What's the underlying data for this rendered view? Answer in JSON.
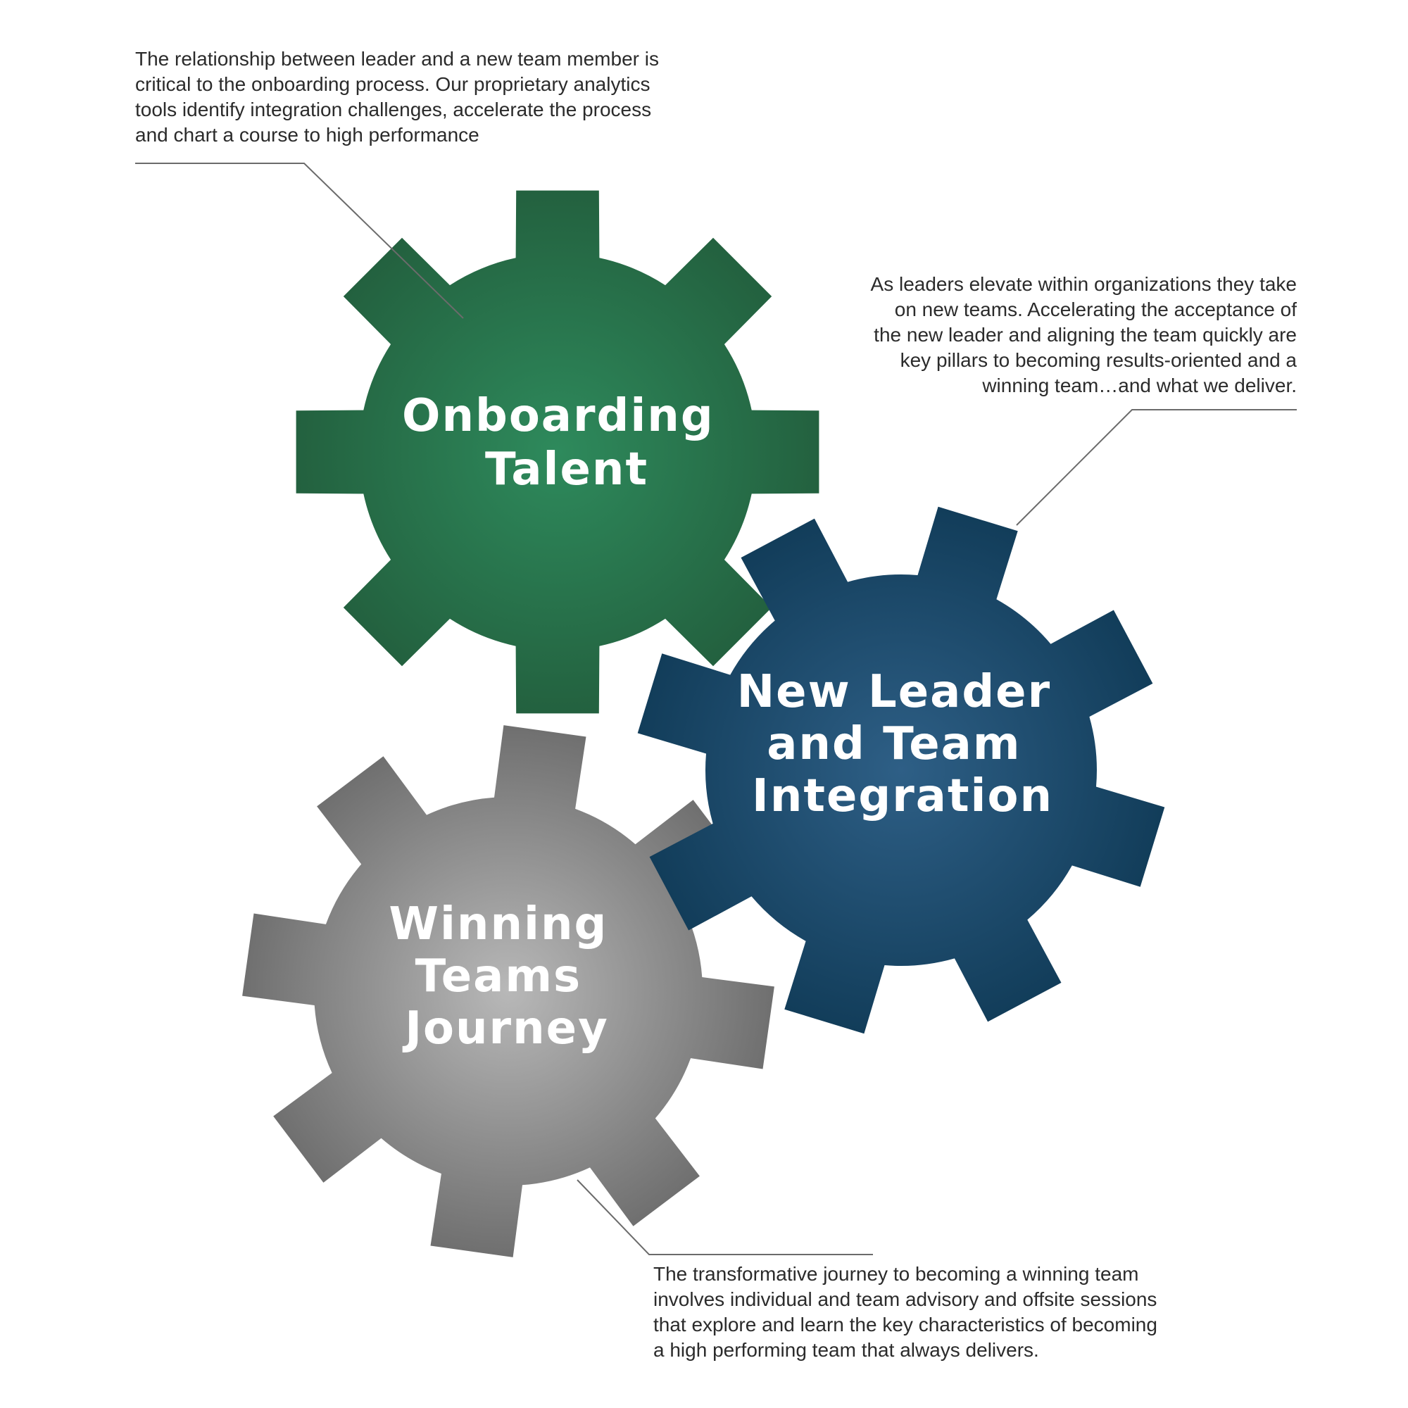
{
  "gears": {
    "onboarding": {
      "label_lines": [
        "Onboarding",
        "Talent"
      ],
      "color_light": "#2e8a5c",
      "color_dark": "#23613f"
    },
    "new_leader": {
      "label_lines": [
        "New Leader",
        "and Team",
        "Integration"
      ],
      "color_light": "#2e5f86",
      "color_dark": "#123d5a"
    },
    "winning": {
      "label_lines": [
        "Winning",
        "Teams",
        "Journey"
      ],
      "color_light": "#b8b8b8",
      "color_dark": "#6f6f6f"
    }
  },
  "descriptions": {
    "onboarding": {
      "lines": [
        "The relationship between leader and a new team member is",
        "critical to the onboarding process. Our proprietary analytics",
        "tools identify integration challenges, accelerate the process",
        "and chart a course to high performance"
      ]
    },
    "new_leader": {
      "lines": [
        "As leaders elevate within organizations they take",
        "on new teams. Accelerating the acceptance of",
        "the new leader and aligning the team quickly are",
        "key pillars to becoming results-oriented and a",
        "winning team…and what we deliver."
      ]
    },
    "winning": {
      "lines": [
        "The transformative journey to becoming a winning team",
        "involves individual and team advisory and offsite sessions",
        "that explore and learn the key characteristics of becoming",
        "a high performing team that always delivers."
      ]
    }
  },
  "connector_color": "#6b6b6b"
}
